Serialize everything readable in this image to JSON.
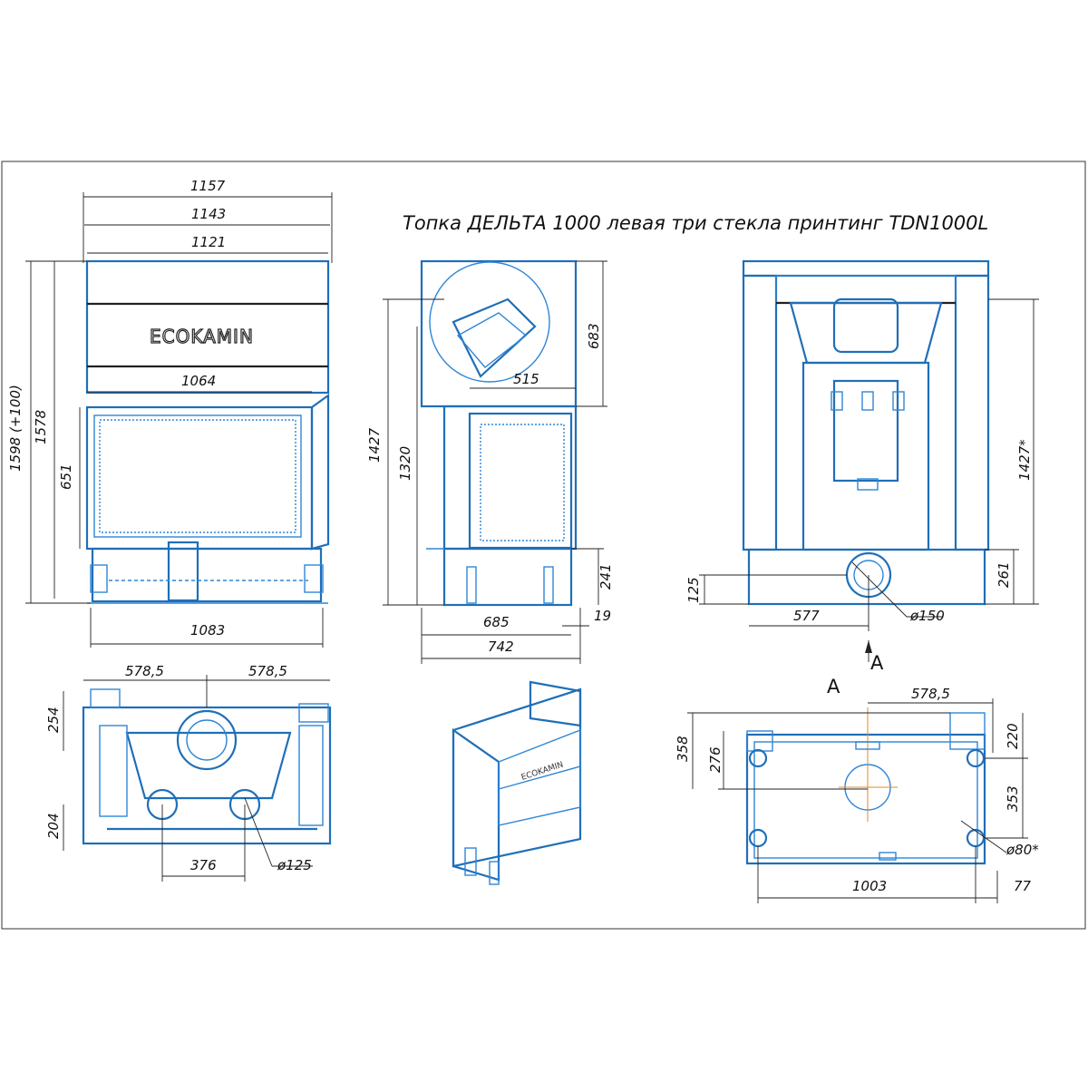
{
  "title": "Топка ДЕЛЬТА 1000 левая три стекла принтинг TDN1000L",
  "brand": "ECOKAMIN",
  "dimensions": {
    "front_1157": "1157",
    "front_1143": "1143",
    "front_1121": "1121",
    "front_1064": "1064",
    "front_1083": "1083",
    "front_1598": "1598 (+100)",
    "front_1578": "1578",
    "front_651": "651",
    "side_683": "683",
    "side_515": "515",
    "side_1427": "1427",
    "side_1320": "1320",
    "side_241": "241",
    "side_19": "19",
    "side_685": "685",
    "side_742": "742",
    "back_1427": "1427*",
    "back_125": "125",
    "back_577": "577",
    "back_d150": "ø150",
    "back_261": "261",
    "section_A1": "A",
    "section_A2": "A",
    "top_5785_left": "578,5",
    "top_5785_right": "578,5",
    "top_254": "254",
    "top_204": "204",
    "top_376": "376",
    "top_d125": "ø125",
    "bottom_5785": "578,5",
    "bottom_358": "358",
    "bottom_276": "276",
    "bottom_220": "220",
    "bottom_353": "353",
    "bottom_d80": "ø80*",
    "bottom_1003": "1003",
    "bottom_77": "77"
  },
  "colors": {
    "outline": "#1f6fb8",
    "detail": "#2f86d6",
    "dimension": "#222222",
    "centerline": "#e0892a"
  }
}
